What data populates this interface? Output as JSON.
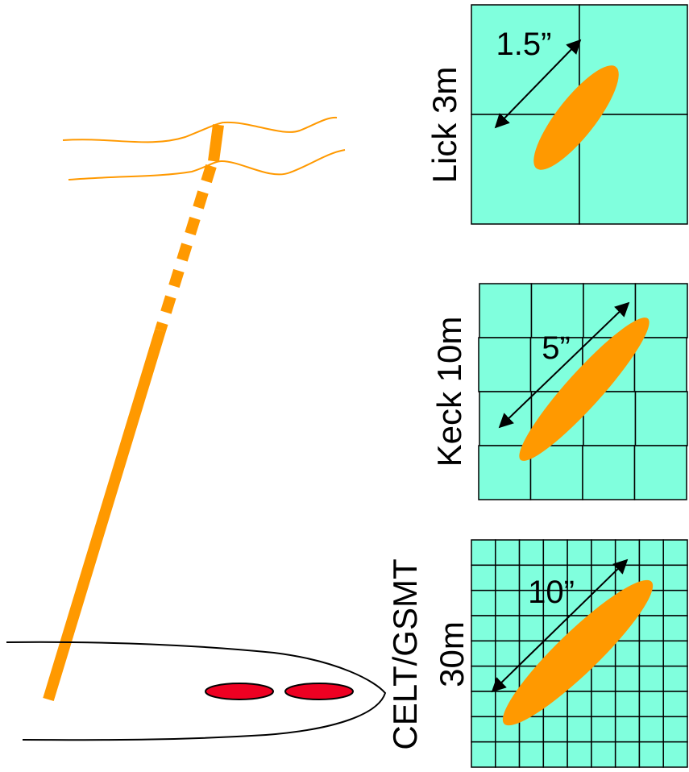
{
  "colors": {
    "background": "#ffffff",
    "beam": "#FF9900",
    "spot": "#FF9900",
    "tile_fill": "#80FFDD",
    "tile_stroke": "#000000",
    "eye_spots": "#EE0022",
    "outline": "#000000"
  },
  "panels": [
    {
      "telescope_label": "Lick 3m",
      "telescope_label_line2": "",
      "size_label": "1.5”",
      "grid_rows": 2,
      "grid_cols": 2
    },
    {
      "telescope_label": "Keck 10m",
      "telescope_label_line2": "",
      "size_label": "5”",
      "grid_rows": 4,
      "grid_cols": 4
    },
    {
      "telescope_label": "CELT/GSMT",
      "telescope_label_line2": "30m",
      "size_label": "10”",
      "grid_rows": 9,
      "grid_cols": 9
    }
  ],
  "icons": {
    "beam": "laser-beam",
    "sodium_layer": "wavy-layer-lines",
    "telescope": "telescope-aperture-outline",
    "spots": "red-spot-icons",
    "arrow": "double-headed-arrow"
  }
}
